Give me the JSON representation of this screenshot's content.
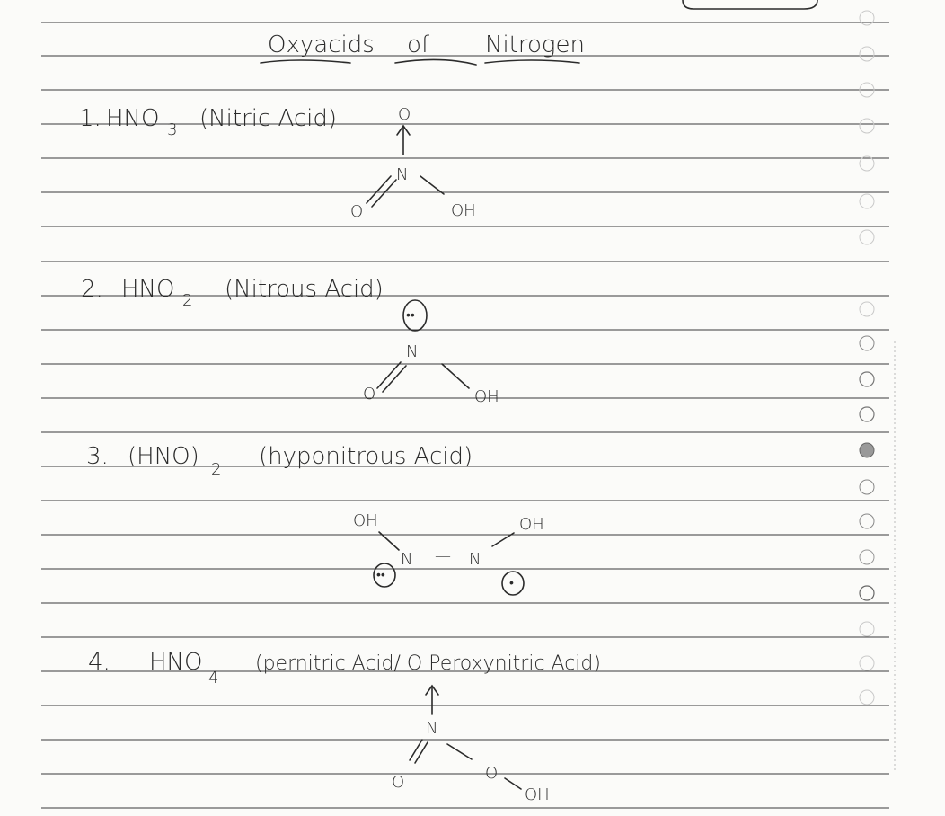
{
  "page": {
    "title_parts": [
      "Oxyacids",
      "of",
      "Nitrogen"
    ]
  },
  "entries": [
    {
      "number": "1.",
      "formula_main": "HNO",
      "formula_sub": "3",
      "name": "(Nitric Acid)",
      "atoms": {
        "top_o": "O",
        "n": "N",
        "left_o": "O",
        "oh": "OH"
      }
    },
    {
      "number": "2.",
      "formula_main": "HNO",
      "formula_sub": "2",
      "name": "(Nitrous Acid)",
      "atoms": {
        "lone_pair": "••",
        "n": "N",
        "left_o": "O",
        "oh": "OH"
      }
    },
    {
      "number": "3.",
      "formula_main": "(HNO)",
      "formula_sub": "2",
      "name": "(hyponitrous Acid)",
      "atoms": {
        "oh_left": "OH",
        "oh_right": "OH",
        "n_left": "N",
        "bond": "—",
        "n_right": "N",
        "lp_left": "••",
        "lp_right": "•"
      }
    },
    {
      "number": "4.",
      "formula_main": "HNO",
      "formula_sub": "4",
      "name": "(pernitric Acid/ O Peroxynitric Acid)",
      "atoms": {
        "n": "N",
        "left_o": "O",
        "mid_o": "O",
        "oh": "OH"
      }
    }
  ]
}
